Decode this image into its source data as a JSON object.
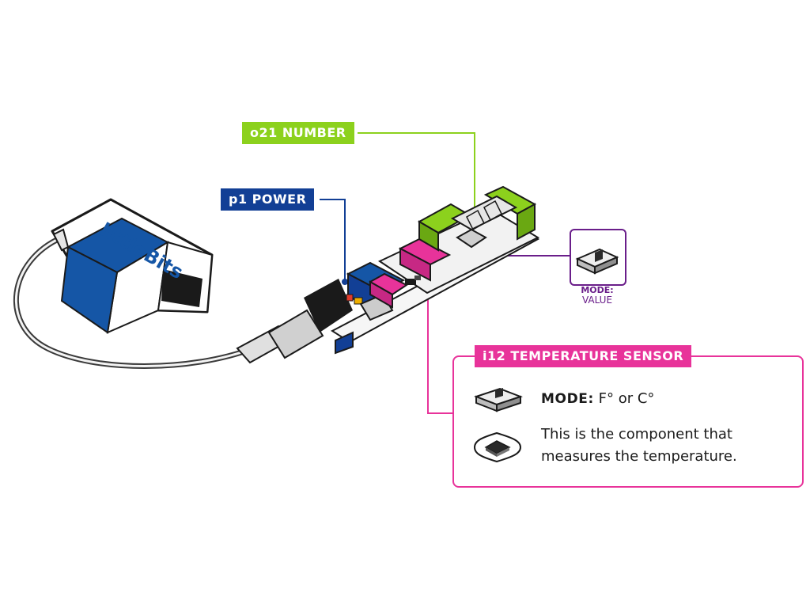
{
  "labels": {
    "number": "o21 NUMBER",
    "power": "p1 POWER",
    "temp": "i12 TEMPERATURE SENSOR"
  },
  "battery": {
    "brand": "littleBits"
  },
  "mode_callout": {
    "key": "MODE:",
    "value": "VALUE"
  },
  "temp_panel": {
    "mode_key": "MODE:",
    "mode_value": " F° or C°",
    "description_line1": "This is the component that",
    "description_line2": "measures the temperature."
  },
  "colors": {
    "number": "#8cd11d",
    "power": "#123f95",
    "temp": "#e8339a",
    "mode": "#6a1e8a"
  },
  "icons": [
    "slide-switch-icon",
    "temperature-sensor-chip-icon"
  ]
}
